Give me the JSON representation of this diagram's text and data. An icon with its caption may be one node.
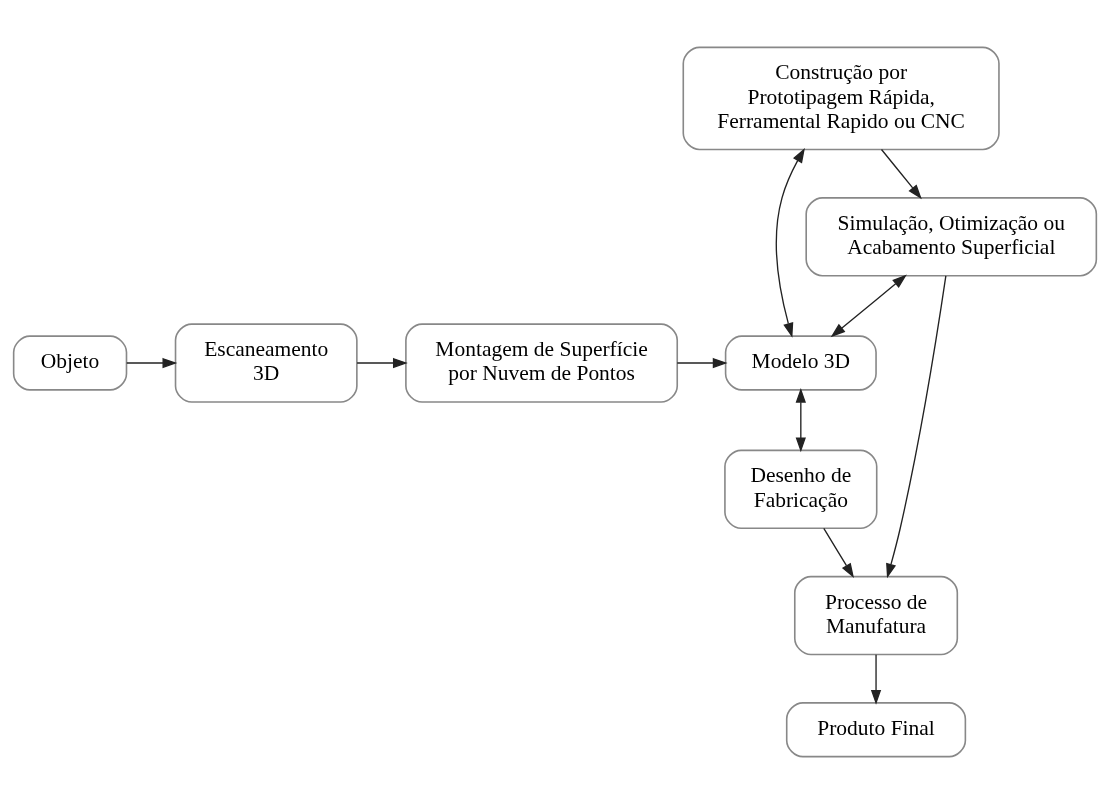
{
  "diagram": {
    "nodes": [
      {
        "text": [
          "Objeto"
        ]
      },
      {
        "text": [
          "Escaneamento 3D"
        ]
      },
      {
        "text": [
          "Montagem de Superfície por Nuvem de Pontos"
        ]
      },
      {
        "text": [
          "Modelo 3D"
        ]
      },
      {
        "text": [
          "Construção por Prototipagem Rápida, Ferramental Rapido ou CNC"
        ]
      },
      {
        "text": [
          "Simulação, Otimização ou Acabamento Superficial"
        ]
      },
      {
        "text": [
          "Processo de Manufatura"
        ]
      },
      {
        "text": [
          "Desenho de Fabricação"
        ]
      },
      {
        "text": [
          "Produto Final"
        ]
      }
    ],
    "edges": [
      {
        "from": 0,
        "to": 1,
        "arrow": "to"
      },
      {
        "from": 1,
        "to": 2,
        "arrow": "to"
      },
      {
        "from": 2,
        "to": 3,
        "arrow": "to"
      },
      {
        "from": 3,
        "to": 7,
        "arrow": "both"
      },
      {
        "from": 4,
        "to": 3,
        "arrow": "both"
      },
      {
        "from": 5,
        "to": 3,
        "arrow": "both"
      },
      {
        "from": 4,
        "to": 5,
        "arrow": "to"
      },
      {
        "from": 5,
        "to": 6,
        "arrow": "to"
      },
      {
        "from": 7,
        "to": 6,
        "arrow": "to"
      },
      {
        "from": 6,
        "to": 8,
        "arrow": "to"
      }
    ]
  }
}
